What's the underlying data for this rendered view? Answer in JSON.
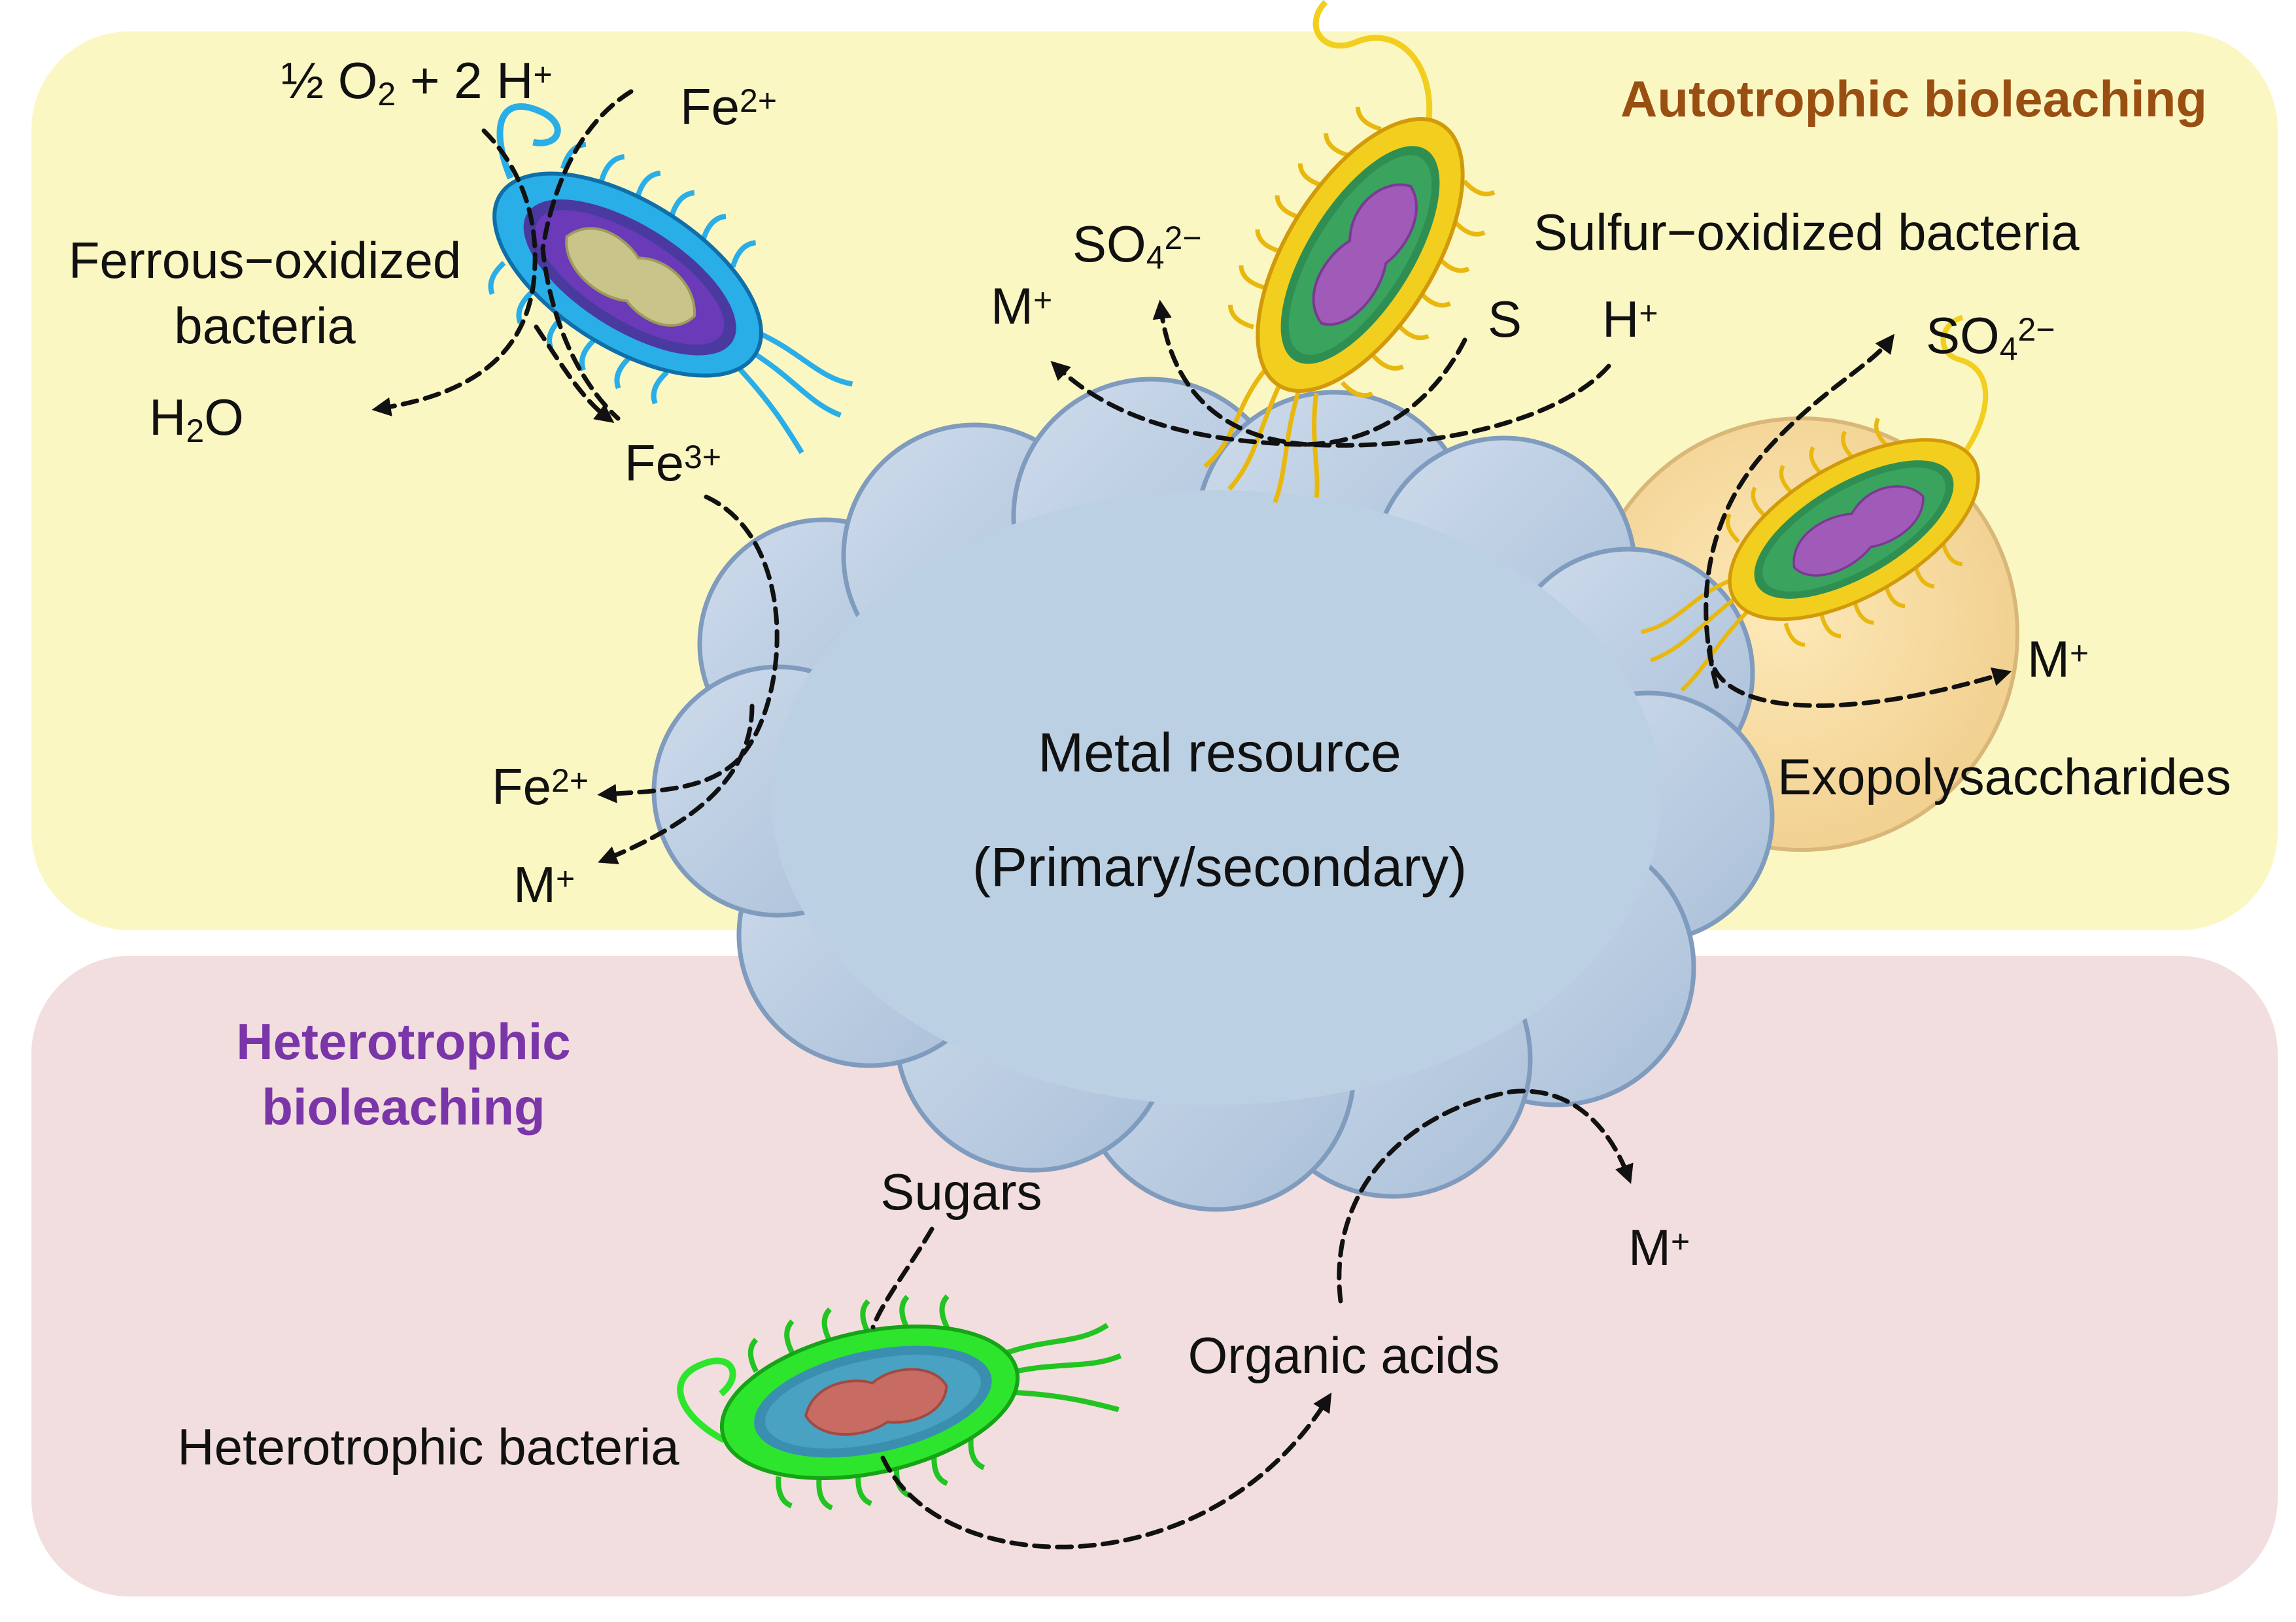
{
  "sections": {
    "autotrophic": {
      "title": "Autotrophic bioleaching",
      "title_color": "#9a4f12",
      "bg": "#fbf7c3"
    },
    "heterotrophic": {
      "title_line1": "Heterotrophic",
      "title_line2": "bioleaching",
      "title_color": "#7a36a8",
      "bg": "#f2dede"
    }
  },
  "center": {
    "line1": "Metal resource",
    "line2": "(Primary/secondary)",
    "color": "#bdd0e3"
  },
  "ferrous": {
    "name_line1": "Ferrous−oxidized",
    "name_line2": "bacteria",
    "oxygen": "½ O",
    "oxygen_sub": "2",
    "oxygen_rest": " + 2 H",
    "oxygen_sup": "+",
    "fe_in": "Fe",
    "fe_in_sup": "2+",
    "water": "H",
    "water_sub": "2",
    "water_rest": "O",
    "fe_out": "Fe",
    "fe_out_sup": "3+",
    "fe_back": "Fe",
    "fe_back_sup": "2+",
    "metal": "M",
    "metal_sup": "+",
    "cell_color": "#29aee8"
  },
  "sulfur": {
    "name": "Sulfur−oxidized bacteria",
    "sulfate": "SO",
    "sulfate_sub": "4",
    "sulfate_sup": "2−",
    "metal": "M",
    "metal_sup": "+",
    "sulfur": "S",
    "proton": "H",
    "proton_sup": "+",
    "cell_color": "#f2cf1e"
  },
  "eps": {
    "label": "Exopolysaccharides",
    "sulfate": "SO",
    "sulfate_sub": "4",
    "sulfate_sup": "2−",
    "metal": "M",
    "metal_sup": "+"
  },
  "hetero": {
    "name": "Heterotrophic bacteria",
    "sugars": "Sugars",
    "acids": "Organic acids",
    "metal": "M",
    "metal_sup": "+",
    "cell_color": "#2ee52e"
  }
}
